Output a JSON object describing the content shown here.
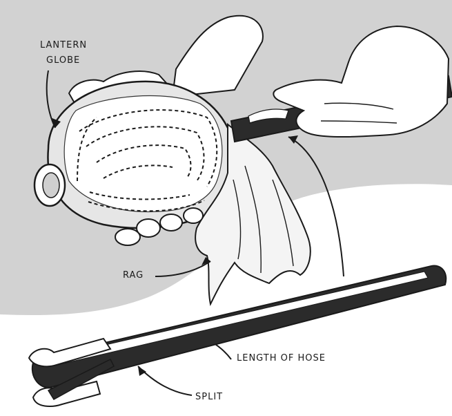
{
  "labels": {
    "lantern_globe_line1": "LANTERN",
    "lantern_globe_line2": "GLOBE",
    "rag": "RAG",
    "length_of_hose": "LENGTH OF HOSE",
    "split": "SPLIT"
  },
  "colors": {
    "background_tone": "#d2d2d2",
    "ink": "#1a1a1a",
    "paper": "#ffffff",
    "hose": "#2b2b2b"
  }
}
